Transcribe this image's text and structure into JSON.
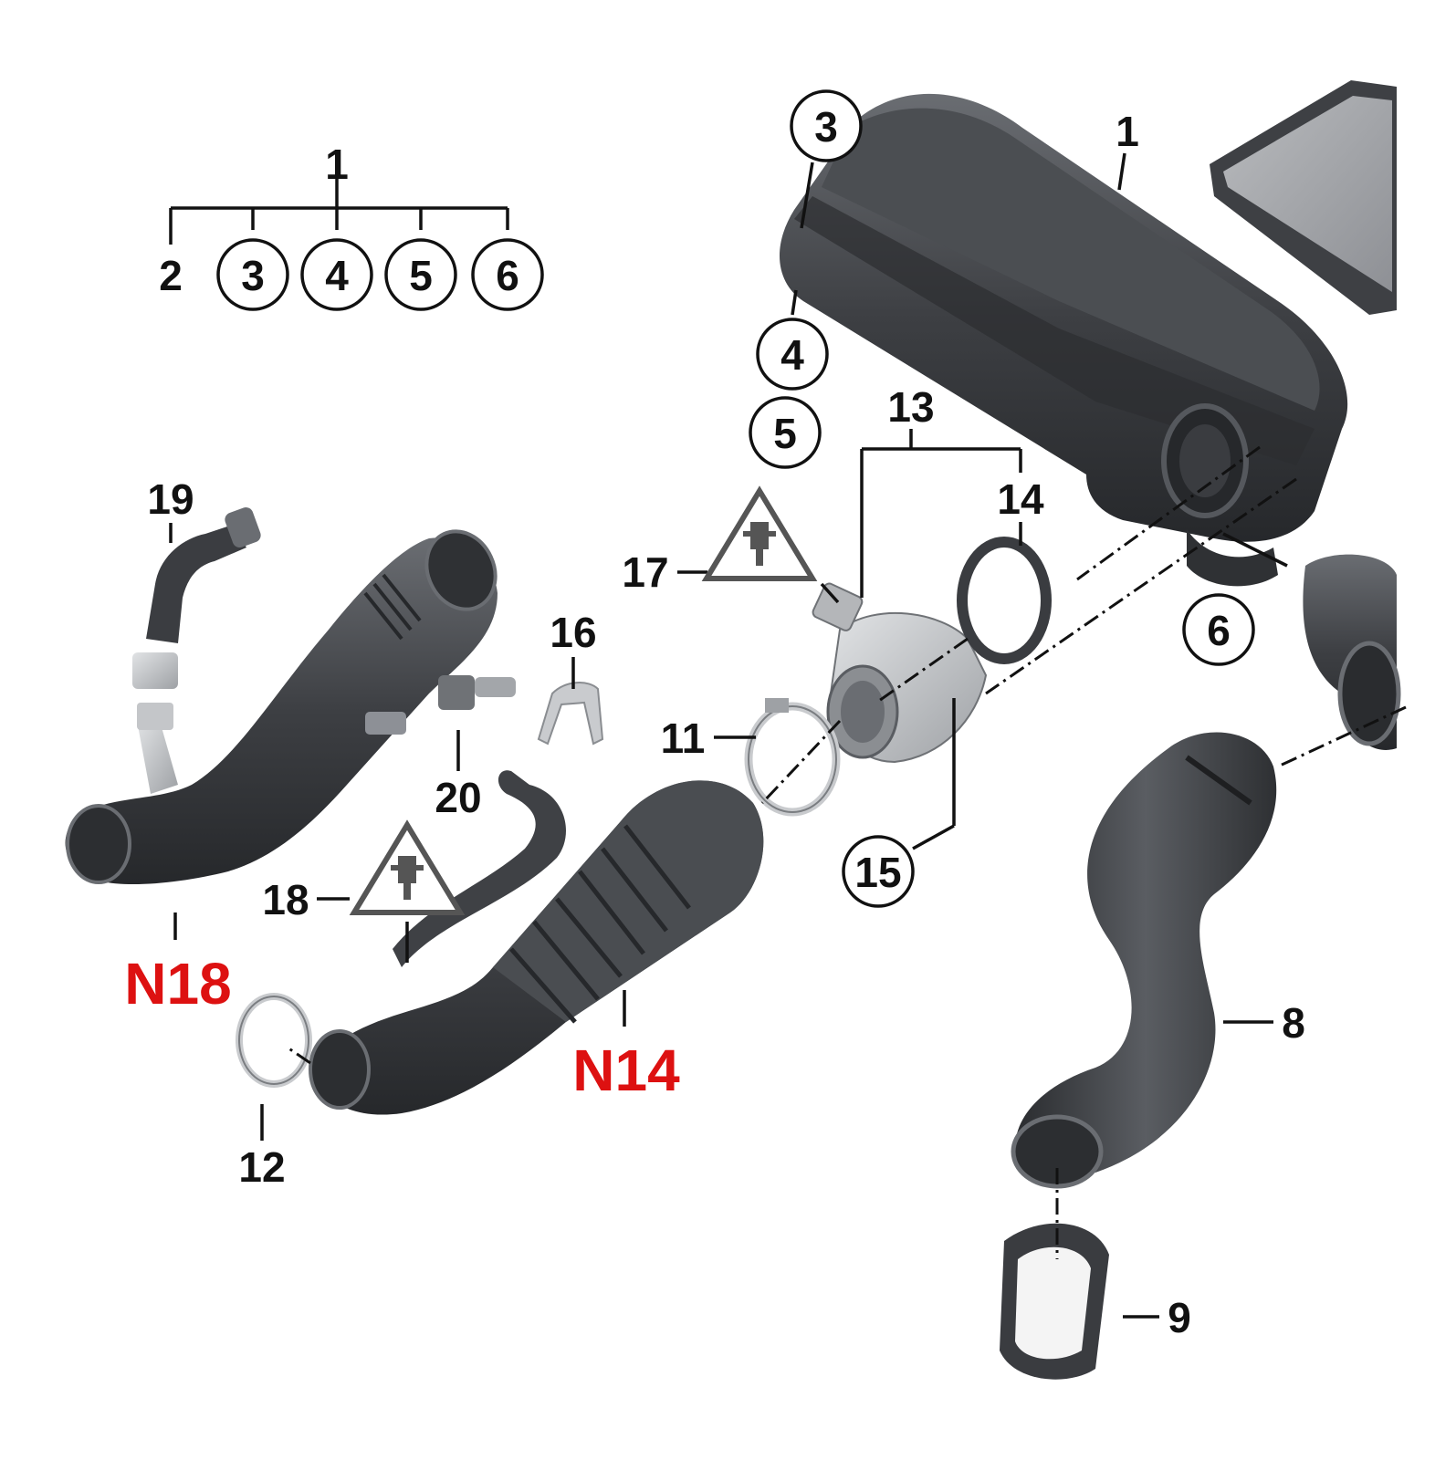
{
  "colors": {
    "part_dark": "#3b3d41",
    "part_mid": "#55585d",
    "part_light": "#8d9096",
    "metal": "#c4c6c9",
    "warning_red": "#dd1111",
    "line": "#111111"
  },
  "icons": [
    "warning-triangle-plug-icon"
  ],
  "tree": {
    "root": "1",
    "children": [
      "2",
      "3",
      "4",
      "5",
      "6"
    ],
    "circled": [
      "3",
      "4",
      "5",
      "6"
    ]
  },
  "labels": {
    "p1_tree": "1",
    "p2": "2",
    "p3_tree": "3",
    "p4_tree": "4",
    "p5_tree": "5",
    "p6_tree": "6",
    "p1_housing": "1",
    "p3_housing": "3",
    "p4_housing": "4",
    "p5_housing": "5",
    "p6_housing": "6",
    "p8": "8",
    "p9": "9",
    "p11": "11",
    "p12": "12",
    "p13": "13",
    "p14": "14",
    "p15": "15",
    "p16": "16",
    "p17": "17",
    "p18": "18",
    "p19": "19",
    "p20": "20"
  },
  "variants": {
    "n18": "N18",
    "n14": "N14"
  }
}
